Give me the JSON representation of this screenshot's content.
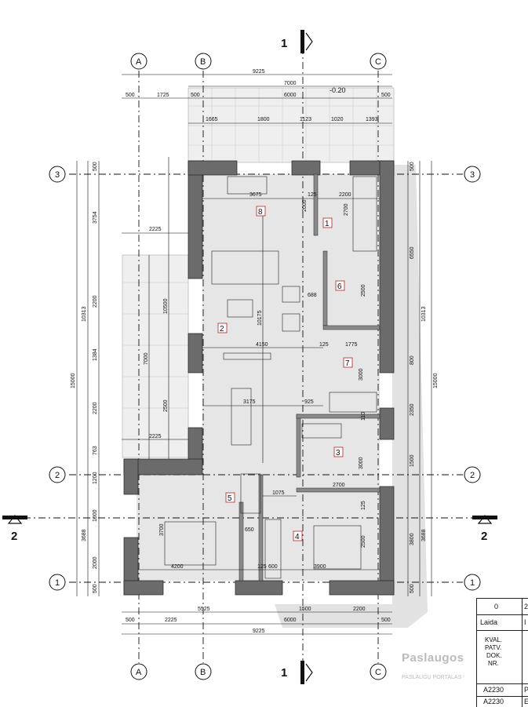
{
  "axes": {
    "a": "A",
    "b": "B",
    "c": "C",
    "r1": "1",
    "r2": "2",
    "r3": "3"
  },
  "sections": {
    "s1": "1",
    "s2": "2"
  },
  "dims": {
    "top_total": "9225",
    "top_7000": "7000",
    "top_500a": "500",
    "top_1725": "1725",
    "top_500b": "500",
    "top_6000": "6000",
    "top_500c": "500",
    "level": "-0.20",
    "win_1665": "1665",
    "win_1800": "1800",
    "win_1123": "1123",
    "win_1020": "1020",
    "win_1393": "1393",
    "bot_5525": "5525",
    "bot_1500": "1500",
    "bot_2200": "2200",
    "bot_500a": "500",
    "bot_2225": "2225",
    "bot_6000": "6000",
    "bot_500b": "500",
    "bot_total": "9225",
    "left_15000": "15000",
    "left_10313": "10313",
    "left_500a": "500",
    "left_3754": "3754",
    "left_2200a": "2200",
    "left_1384": "1384",
    "left_2200b": "2200",
    "left_763": "763",
    "left_1200": "1200",
    "left_1000": "1000",
    "left_2000": "2000",
    "left_500b": "500",
    "left_3688": "3688",
    "left_7000": "7000",
    "left_2500": "2500",
    "in_2225a": "2225",
    "in_2225b": "2225",
    "right_15000": "15000",
    "right_10313": "10313",
    "right_500a": "500",
    "right_6550": "6550",
    "right_800": "800",
    "right_2350": "2350",
    "right_1500": "1500",
    "right_3800": "3800",
    "right_500b": "500",
    "right_3688": "3688",
    "k_3675": "3675",
    "k_125": "125",
    "k_2200": "2200",
    "k_2000": "2000",
    "k_2700": "2700",
    "l_10500": "10500",
    "l_10175": "10175",
    "l_688": "688",
    "l_2500": "2500",
    "l_4150": "4150",
    "l_125": "125",
    "l_1775": "1775",
    "l_3000": "3000",
    "d_3175": "3175",
    "d_925": "925",
    "d_110": "110",
    "r3_3000": "3000",
    "r3_2700": "2700",
    "r3_125": "125",
    "h_1075": "1075",
    "h_650": "650",
    "h_3700": "3700",
    "b_4200": "4200",
    "b_125": "125",
    "b_600": "600",
    "b_3900": "3900",
    "b_2500": "2500"
  },
  "rooms": {
    "r1": "1",
    "r2": "2",
    "r3": "3",
    "r4": "4",
    "r5": "5",
    "r6": "6",
    "r7": "7",
    "r8": "8"
  },
  "legend": {
    "r0_a": "0",
    "r0_b": "2",
    "laida": "Laida",
    "laida_b": "I",
    "kval": "KVAL.",
    "patv": "PATV.",
    "dok": "DOK.",
    "nr": "NR.",
    "code1": "A2230",
    "code1_b": "P",
    "code2": "A2230",
    "code2_b": "E"
  },
  "watermark": {
    "brand": "Paslaugos",
    "sub": "PASLAUGŲ PORTALAS"
  }
}
